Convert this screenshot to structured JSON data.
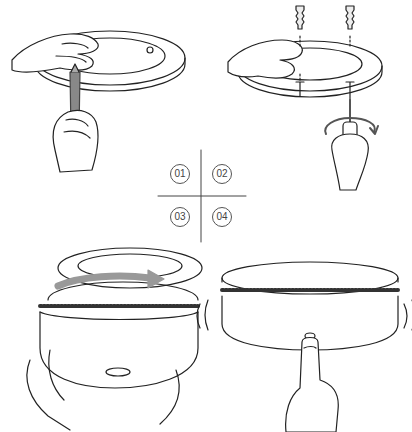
{
  "diagram": {
    "nodes": [
      {
        "text": [
          "01"
        ]
      },
      {
        "text": [
          "02"
        ]
      },
      {
        "text": [
          "03"
        ]
      },
      {
        "text": [
          "04"
        ]
      }
    ]
  }
}
